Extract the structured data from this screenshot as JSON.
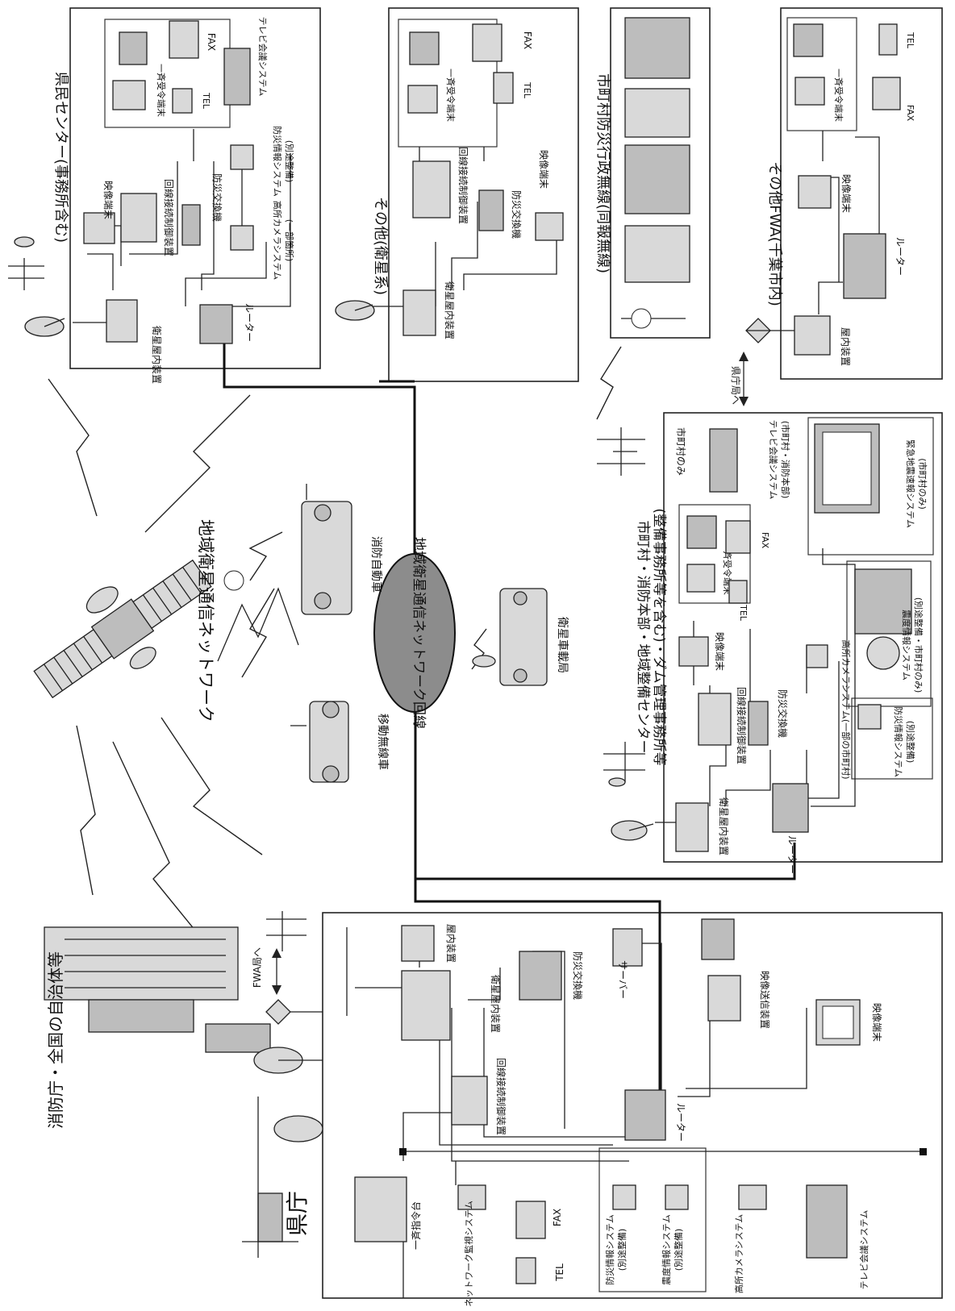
{
  "center": {
    "network": "地域衛星通信ネットワーク",
    "ellipse": "地域衛星通信ネットワーク回線"
  },
  "nodes": {
    "fdma_national": "消防庁・全国の自治体等",
    "mobile_radio_car": "移動無線車",
    "fire_truck": "消防自動車",
    "satellite_vehicle": "衛星車載局"
  },
  "prefectural_office": {
    "title": "県庁",
    "fwa_to": "FWA局へ",
    "items": {
      "indoor_unit": "屋内装置",
      "sat_indoor_unit": "衛星屋内装置",
      "disaster_exchange": "防災交換機",
      "server": "サーバー",
      "video_transmitter": "映像送信装置",
      "video_terminal": "映像端末",
      "line_control": "回線接続制御装置",
      "router": "ルーター",
      "broadcast_console": "一斉指令台",
      "network_monitor": "ネットワーク監視システム",
      "tel": "TEL",
      "fax": "FAX",
      "disaster_info": "防災情報システム",
      "disaster_info_note": "(別途整備)",
      "seismic_info": "震度情報システム",
      "seismic_info_note": "(別途整備)",
      "hill_camera": "高所カメラシステム",
      "video_conference": "テレビ会議システム"
    }
  },
  "citizen_center": {
    "title": "県民センター(事務所含む)",
    "items": {
      "sat_indoor_unit": "衛星屋内装置",
      "router": "ルーター",
      "video_terminal": "映像端末",
      "line_control": "回線接続制御装置",
      "disaster_exchange": "防災交換機",
      "hill_camera": "高所カメラシステム",
      "hill_camera_note": "(一部箇所)",
      "disaster_info": "防災情報システム",
      "disaster_info_note": "(別途整備)",
      "broadcast_terminal": "一斉受令端末",
      "tel": "TEL",
      "fax": "FAX",
      "video_conference": "テレビ会議システム"
    }
  },
  "others_satellite": {
    "title": "その他(衛星系)",
    "items": {
      "sat_indoor_unit": "衛星屋内装置",
      "line_control": "回線接続制御装置",
      "disaster_exchange": "防災交換機",
      "video_terminal": "映像端末",
      "broadcast_terminal": "一斉受令端末",
      "tel": "TEL",
      "fax": "FAX"
    }
  },
  "municipal_radio": {
    "title": "市町村防災行政無線(同報無線)"
  },
  "others_fwa": {
    "title": "その他FWA(千葉市内)",
    "to_pref": "県庁局へ",
    "items": {
      "indoor_unit": "屋内装置",
      "router": "ルーター",
      "video_terminal": "映像端末",
      "broadcast_terminal": "一斉受令端末",
      "fax": "FAX",
      "tel": "TEL"
    }
  },
  "municipality": {
    "title": "市町村・消防本部・地域整備センター",
    "title2": "(整備事務所等を含む)・ダム管理事務所等",
    "items": {
      "sat_indoor_unit": "衛星屋内装置",
      "router": "ルーター",
      "line_control": "回線接続制御装置",
      "disaster_exchange": "防災交換機",
      "video_terminal": "映像端末",
      "broadcast_terminal": "一斉受令端末",
      "tel": "TEL",
      "fax": "FAX",
      "municipal_only": "市町村のみ",
      "video_conference": "テレビ会議システム",
      "video_conference_note": "(市町村・消防本部)",
      "emergency_quake": "緊急地震速報システム",
      "emergency_quake_note": "(市町村のみ)",
      "seismic_info": "震度情報システム",
      "seismic_info_note": "(別途整備・市町村のみ)",
      "hill_camera": "高所カメラシステム(一部の市町村)",
      "disaster_info": "防災情報システム",
      "disaster_info_note": "(別途整備)"
    }
  }
}
